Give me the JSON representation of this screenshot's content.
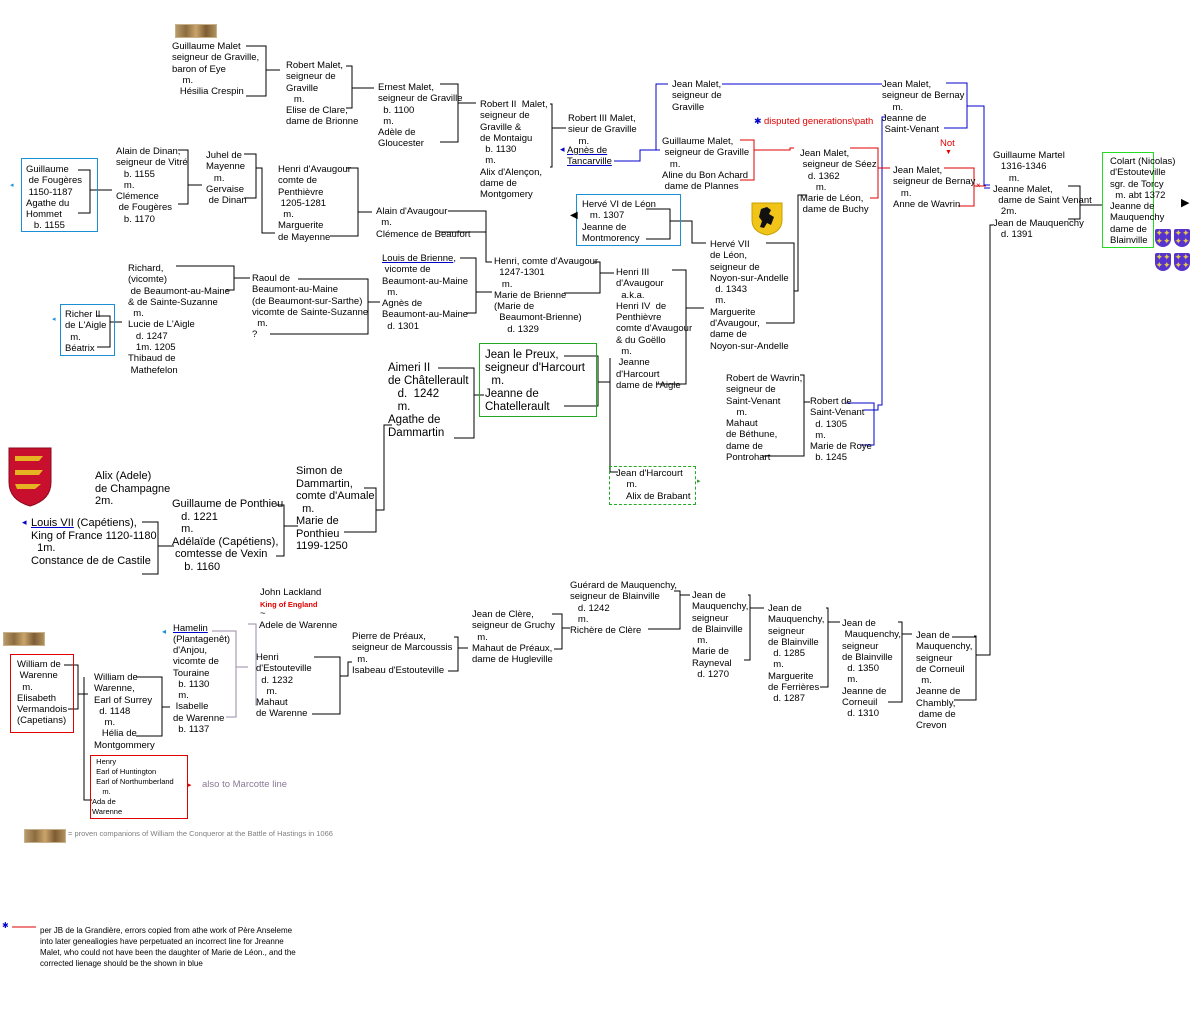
{
  "nodes": {
    "guillaume_malet": "Guillaume Malet\nseigneur de Graville,\nbaron of Eye\n    m.\n   Hésilia Crespin",
    "robert_malet": "Robert Malet,\nseigneur de\nGraville\n   m.\nElise de Clare,\ndame de Brionne",
    "ernest_malet": "Ernest Malet,\nseigneur de Graville\n  b. 1100\n  m.\nAdèle de\nGloucester",
    "robert_ii_malet": "Robert II  Malet,\nseigneur de\nGraville &\nde Montaigu\n  b. 1130\n  m.\nAlix d'Alençon,\ndame de\nMontgomery",
    "robert_iii_malet": "Robert III Malet,\nsieur de Graville\n    m.",
    "robert_iii_spouse_1": "Agnès de",
    "robert_iii_spouse_2": "Tancarville",
    "jean_malet_graville": "Jean Malet,\nseigneur de\nGraville",
    "guillaume_malet_2": "Guillaume Malet,\n seigneur de Graville\n   m.\nAline du Bon Achard\n dame de Plannes",
    "jean_malet_bernay_top": "Jean Malet,\nseigneur de Bernay\n    m.\nJeanne de\n Saint-Venant",
    "jean_malet_seez": "Jean Malet,\n seigneur de Séez\n   d. 1362\n      m.\nMarie de Léon,\n dame de Buchy",
    "jean_malet_bernay_2": "Jean Malet,\nseigneur de Bernay\n   m.\nAnne de Wavrin",
    "guillaume_martel": "Guillaume Martel\n   1316-1346\n      m.\nJeanne Malet,\n  dame de Saint Venant\n   2m.\nJean de Mauquenchy\n   d. 1391",
    "colart": "Colart (Nicolas)\nd'Estouteville\nsgr. de Torcy\n  m. abt 1372\nJeanne de\nMauquenchy\ndame de\nBlainville",
    "guillaume_fougeres": "Guillaume\n de Fougères\n 1150-1187\nAgathe du\nHommet\n   b. 1155",
    "alain_dinan": "Alain de Dinan,\nseigneur de Vitré\n   b. 1155\n   m.\nClémence\n de Fougères\n   b. 1170",
    "juhel_mayenne": "Juhel de\nMayenne\n   m.\nGervaise\n de Dinan",
    "henri_avaugour_penthievre": "Henri d'Avaugour\ncomte de\nPenthièvre\n 1205-1281\n  m.\nMarguerite\nde Mayenne",
    "alain_avaugour": "Alain d'Avaugour\n  m.\nClémence de Beaufort",
    "herve_vi": "Hervé VI de Léon\n   m. 1307\nJeanne de\nMontmorency",
    "herve_vii": "Hervé VII\nde Léon,\nseigneur de\nNoyon-sur-Andelle\n  d. 1343\n  m.\nMarguerite\nd'Avaugour,\ndame de\nNoyon-sur-Andelle",
    "henri_comte_avaugour": "Henri, comte d'Avaugour\n  1247-1301\n   m.\nMarie de Brienne\n(Marie de\n  Beaumont-Brienne)\n     d. 1329",
    "henri_iii_avaugour": "Henri III\nd'Avaugour\n  a.k.a.\nHenri IV  de\nPenthièvre\ncomte d'Avaugour\n& du Goëllo\n  m.\n Jeanne\nd'Harcourt\ndame de l'Aigle",
    "louis_brienne_name": "Louis de Brienne",
    "louis_brienne": ",\n vicomte de\nBeaumont-au-Maine\n  m.\nAgnès de\nBeaumont-au-Maine\n  d. 1301",
    "richard_beaumont": "Richard,\n(vicomte)\n de Beaumont-au-Maine\n& de Sainte-Suzanne\n  m.\nLucie de L'Aigle\n   d. 1247\n   1m. 1205\nThibaud de\n Mathefelon",
    "raoul_beaumont": "Raoul de\nBeaumont-au-Maine\n(de Beaumont-sur-Sarthe)\nvicomte de Sainte-Suzanne\n  m.\n?",
    "richer_aigle": "Richer II\nde L'Aigle\n  m.\nBéatrix",
    "aimeri_chatellerault": "Aimeri II\nde Châtellerault\n   d.  1242\n   m.\nAgathe de\nDammartin",
    "jean_le_preux": "Jean le Preux,\nseigneur d'Harcourt\n  m.\nJeanne de\nChatellerault",
    "jean_harcourt": "Jean d'Harcourt\n    m.\n    Alix de Brabant",
    "robert_wavrin": "Robert de Wavrin,\nseigneur de\nSaint-Venant\n    m.\nMahaut\nde Béthune,\ndame de\nPontrohart",
    "robert_saint_venant": "Robert de\nSaint-Venant\n  d. 1305\n  m.\nMarie de Roye\n  b. 1245",
    "alix_champagne": "Alix (Adele)\nde Champagne\n2m.",
    "louis_vii_name": "Louis VII",
    "louis_vii": " (Capétiens),\nKing of France 1120-1180\n  1m.\nConstance de de Castile",
    "guillaume_ponthieu": "Guillaume de Ponthieu\n   d. 1221\n   m.\nAdélaïde (Capétiens),\n comtesse de Vexin\n    b. 1160",
    "simon_dammartin": "Simon de\nDammartin,\ncomte d'Aumale\n  m.\nMarie de\nPonthieu\n1199-1250",
    "william_warenne_1": "William de\n Warenne\n  m.\nElisabeth\nVermandois\n(Capetians)",
    "william_warenne_2": "William de\nWarenne,\nEarl of Surrey\n  d. 1148\n    m.\n   Hélia de\nMontgommery",
    "henry_huntington": "  Henry\n  Earl of Huntington\n  Earl of Northumberland\n     m.\nAda de\nWarenne",
    "hamelin_name_1": "Hamelin",
    "hamelin_name_2": "(Plantagenêt)",
    "hamelin": "d'Anjou,\nvicomte de\nTouraine\n  b. 1130\n  m.\n Isabelle\nde Warenne\n  b. 1137",
    "john_lackland": "John Lackland",
    "john_lackland_title": "King of England",
    "john_lackland_m": "~",
    "adele_warenne": "Adele de Warenne",
    "henri_estouteville": "Henri\nd'Estouteville\n  d. 1232\n    m.\nMahaut\nde Warenne",
    "pierre_preaux": "Pierre de Préaux,\nseigneur de Marcoussis\n  m.\nIsabeau d'Estouteville",
    "jean_clere": "Jean de Clère,\nseigneur de Gruchy\n  m.\nMahaut de Préaux,\ndame de Hugleville",
    "guerard_mauquenchy": "Guérard de Mauquenchy,\nseigneur de Blainville\n   d. 1242\n   m.\nRichère de Clère",
    "jean_mauquenchy_1": "Jean de\nMauquenchy,\nseigneur\nde Blainville\n  m.\nMarie de\nRayneval\n  d. 1270",
    "jean_mauquenchy_2": "Jean de\nMauquenchy,\nseigneur\nde Blainville\n  d. 1285\n  m.\nMarguerite\nde Ferrières\n  d. 1287",
    "jean_mauquenchy_3": "Jean de\n Mauquenchy,\nseigneur\nde Blainville\n  d. 1350\n  m.\nJeanne de\nCorneuil\n  d. 1310",
    "jean_mauquenchy_4": "Jean de\nMauquenchy,\nseigneur\nde Corneuil\n  m.\nJeanne de\nChambly,\n dame de\nCrevon"
  },
  "annotations": {
    "disputed": "disputed generations\\path",
    "not_label": "Not",
    "marcotte": "also to Marcotte line",
    "legend_badge": "= proven companions of William the Conqueror at the Battle of Hastings in 1066",
    "footnote": "per JB de la Grandière, errors copied from athe work of Père Anseleme\ninto later genealiogies have perpetuated an incorrect line for Jreanne\nMalet, who could not have been the daughter of Marie de Léon., and the\ncorrected lienage should be the shown in blue"
  },
  "colors": {
    "line": "#000000",
    "corrected_line": "#0000cc",
    "incorrect_line": "#e00000",
    "box_blue": "#1a8fd6",
    "box_green": "#22aa22",
    "box_red": "#e00000",
    "warenne_line": "#9a8aa6"
  }
}
